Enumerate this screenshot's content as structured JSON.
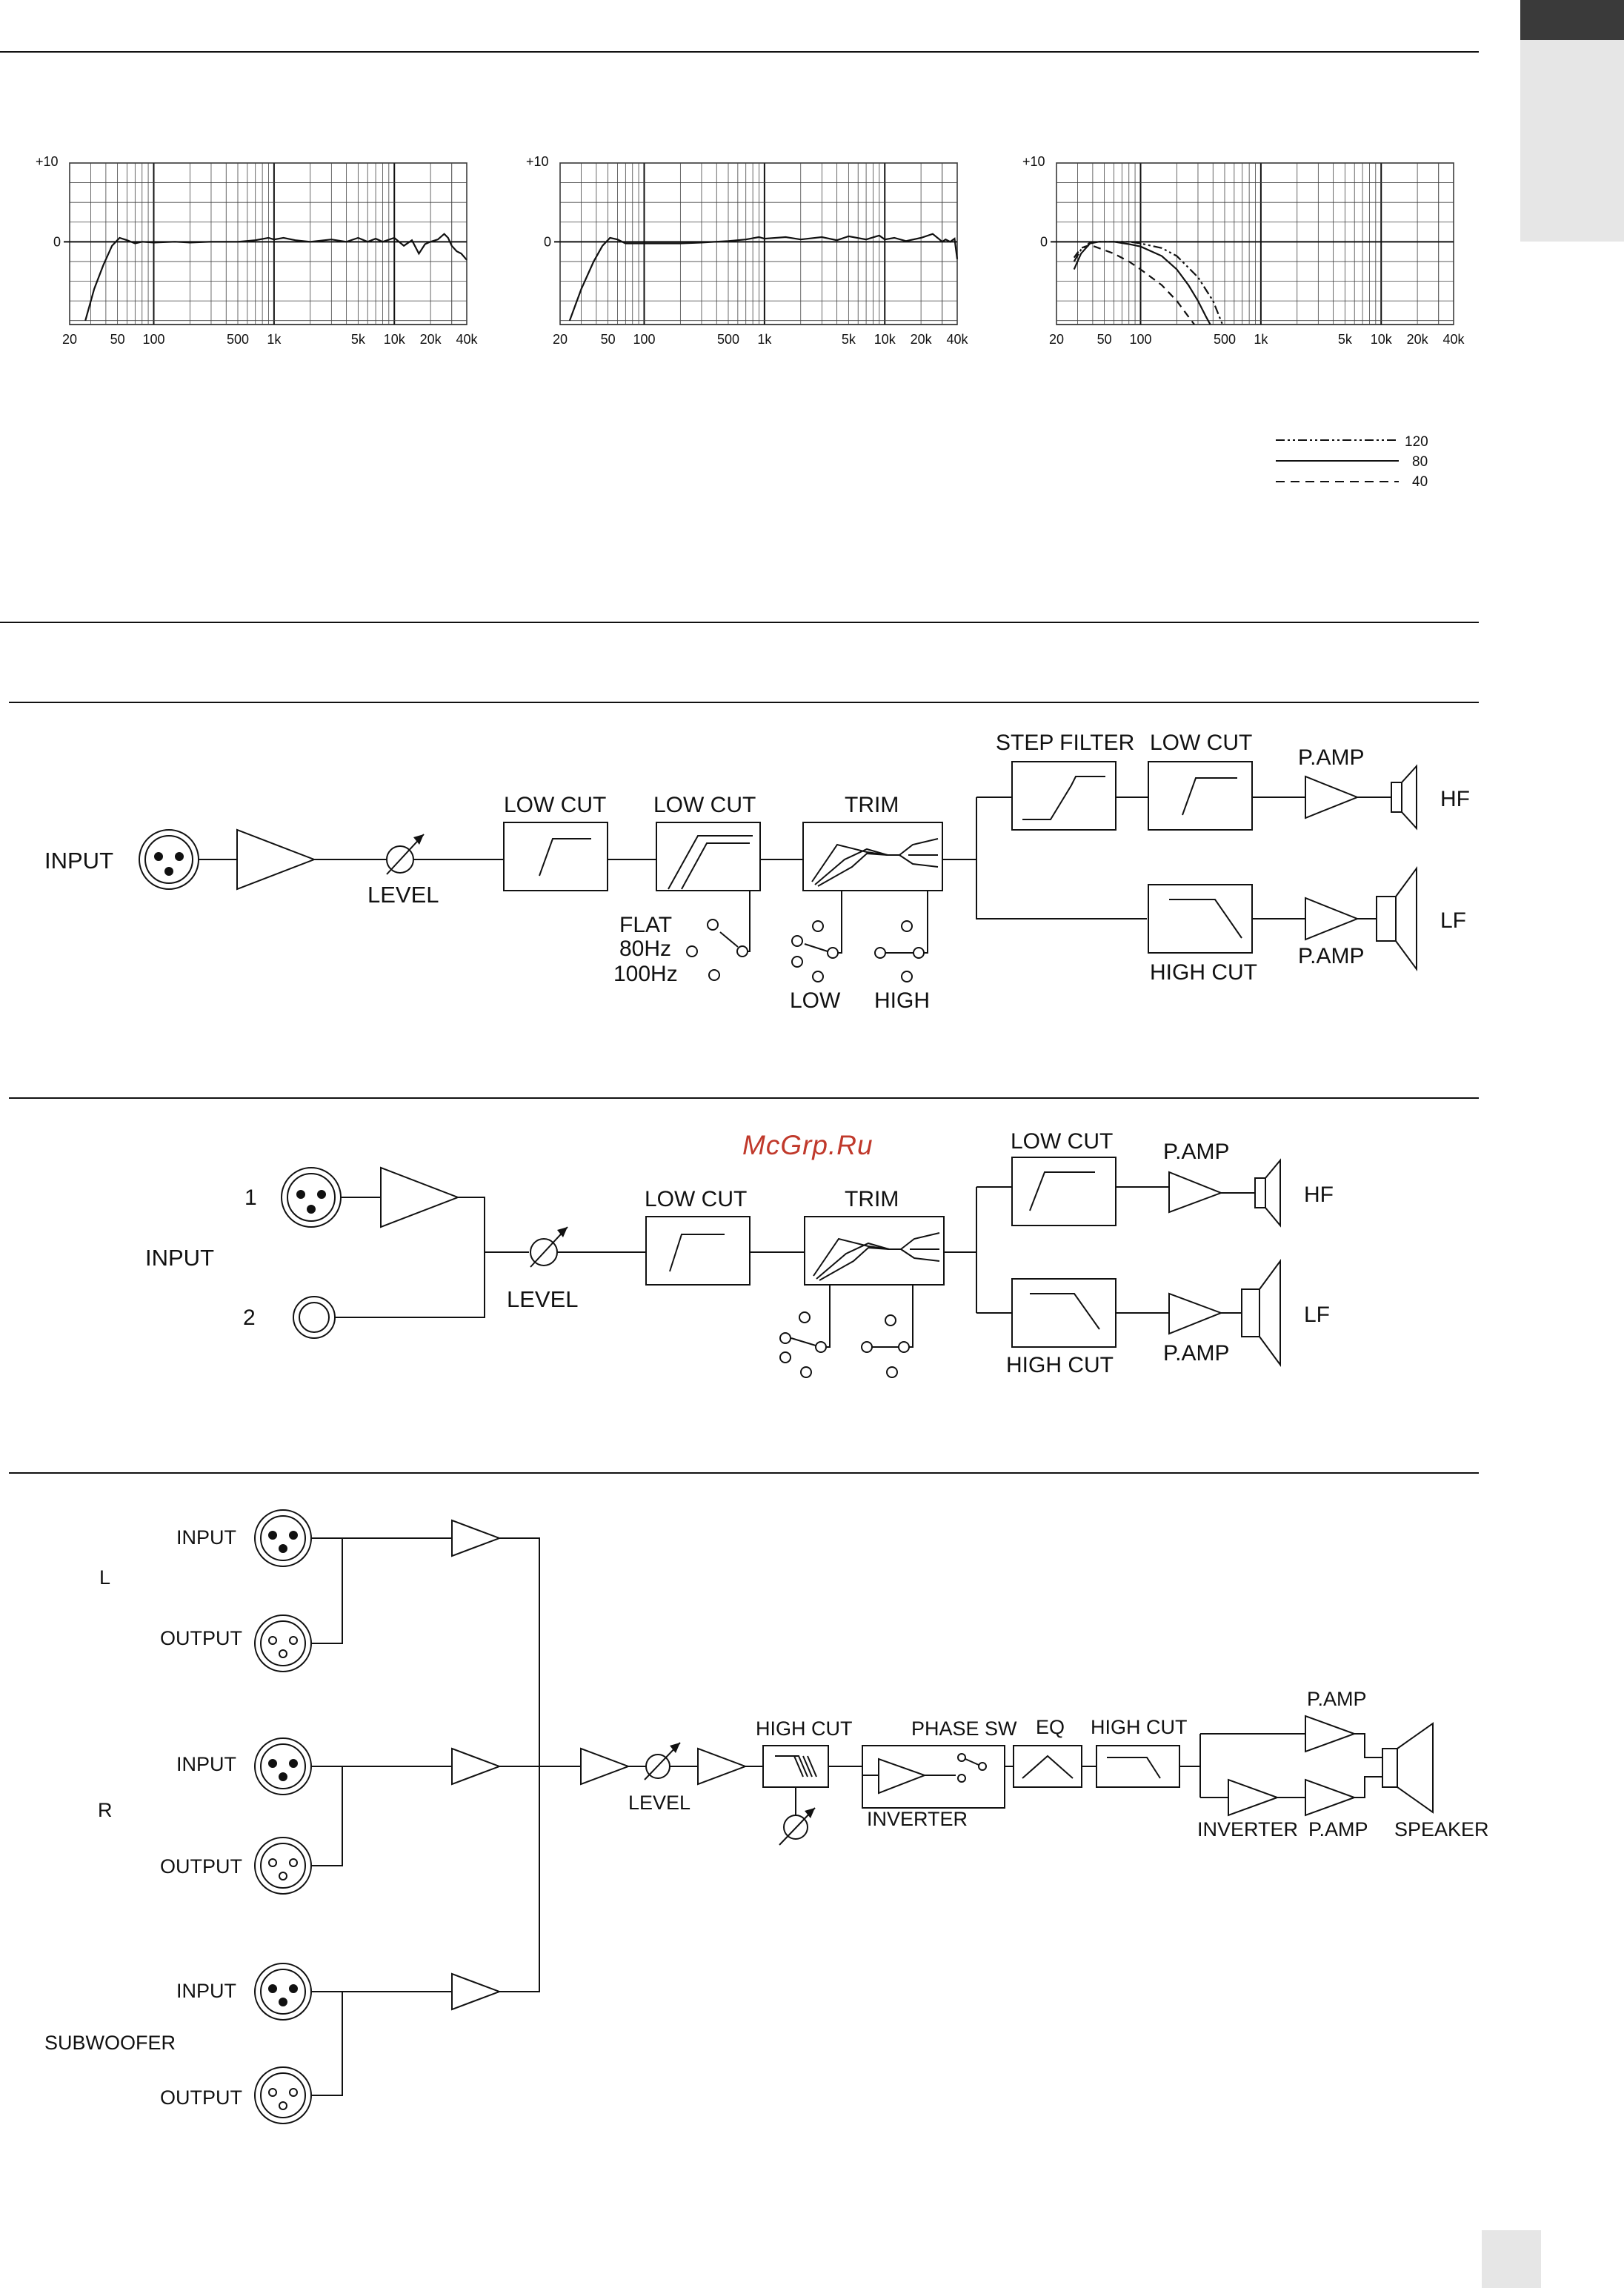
{
  "watermark": "McGrp.Ru",
  "responses": [
    {
      "y_ticks": [
        "+10",
        "0"
      ],
      "x_ticks": [
        "20",
        "50",
        "100",
        "500",
        "1k",
        "5k",
        "10k",
        "20k",
        "40k"
      ],
      "curves": [
        {
          "points": [
            [
              27,
              -10
            ],
            [
              32,
              -6
            ],
            [
              38,
              -3
            ],
            [
              45,
              -0.5
            ],
            [
              52,
              0.5
            ],
            [
              60,
              0.2
            ],
            [
              70,
              -0.2
            ],
            [
              80,
              0
            ],
            [
              100,
              -0.1
            ],
            [
              150,
              0
            ],
            [
              200,
              -0.1
            ],
            [
              300,
              0
            ],
            [
              500,
              0
            ],
            [
              700,
              0.2
            ],
            [
              900,
              0.5
            ],
            [
              1000,
              0.3
            ],
            [
              1200,
              0.5
            ],
            [
              1500,
              0.2
            ],
            [
              2000,
              0
            ],
            [
              3000,
              0.3
            ],
            [
              4000,
              0
            ],
            [
              5000,
              0.5
            ],
            [
              6000,
              0
            ],
            [
              7000,
              0.4
            ],
            [
              8000,
              0
            ],
            [
              10000,
              0.5
            ],
            [
              12000,
              -0.5
            ],
            [
              14000,
              0.2
            ],
            [
              16000,
              -1.5
            ],
            [
              18000,
              -0.3
            ],
            [
              20000,
              0
            ],
            [
              23000,
              0.3
            ],
            [
              26000,
              1
            ],
            [
              28000,
              0.5
            ],
            [
              30000,
              -0.5
            ],
            [
              33000,
              -1.2
            ],
            [
              36000,
              -1.5
            ],
            [
              40000,
              -2.3
            ]
          ],
          "style": "solid"
        }
      ]
    },
    {
      "y_ticks": [
        "+10",
        "0"
      ],
      "x_ticks": [
        "20",
        "50",
        "100",
        "500",
        "1k",
        "5k",
        "10k",
        "20k",
        "40k"
      ],
      "curves": [
        {
          "points": [
            [
              24,
              -10
            ],
            [
              30,
              -6
            ],
            [
              38,
              -2.5
            ],
            [
              45,
              -0.5
            ],
            [
              52,
              0.5
            ],
            [
              60,
              0.3
            ],
            [
              70,
              -0.2
            ],
            [
              100,
              -0.2
            ],
            [
              200,
              -0.2
            ],
            [
              300,
              -0.1
            ],
            [
              500,
              0.1
            ],
            [
              700,
              0.3
            ],
            [
              900,
              0.6
            ],
            [
              1000,
              0.4
            ],
            [
              1500,
              0.6
            ],
            [
              2000,
              0.3
            ],
            [
              3000,
              0.6
            ],
            [
              4000,
              0.2
            ],
            [
              5000,
              0.7
            ],
            [
              7000,
              0.3
            ],
            [
              9000,
              0.8
            ],
            [
              10000,
              0.3
            ],
            [
              12000,
              0.5
            ],
            [
              15000,
              0.1
            ],
            [
              20000,
              0.5
            ],
            [
              25000,
              1
            ],
            [
              28000,
              0.4
            ],
            [
              30000,
              0
            ],
            [
              32000,
              0.3
            ],
            [
              35000,
              0
            ],
            [
              38000,
              0.4
            ],
            [
              40000,
              -2.2
            ]
          ],
          "style": "solid"
        }
      ]
    },
    {
      "y_ticks": [
        "+10",
        "0"
      ],
      "x_ticks": [
        "20",
        "50",
        "100",
        "500",
        "1k",
        "5k",
        "10k",
        "20k",
        "40k"
      ],
      "curves": [
        {
          "points": [
            [
              28,
              -3.5
            ],
            [
              32,
              -1.5
            ],
            [
              38,
              -0.2
            ],
            [
              45,
              0
            ],
            [
              60,
              0
            ],
            [
              80,
              -0.3
            ],
            [
              100,
              -0.6
            ],
            [
              150,
              -1.8
            ],
            [
              200,
              -3.5
            ],
            [
              250,
              -5.5
            ],
            [
              300,
              -7.5
            ],
            [
              350,
              -9.5
            ],
            [
              380,
              -10.5
            ]
          ],
          "style": "solid"
        },
        {
          "points": [
            [
              28,
              -2.5
            ],
            [
              32,
              -1
            ],
            [
              38,
              -0.1
            ],
            [
              45,
              0
            ],
            [
              60,
              0
            ],
            [
              80,
              0
            ],
            [
              100,
              -0.2
            ],
            [
              150,
              -0.8
            ],
            [
              200,
              -1.8
            ],
            [
              300,
              -4.5
            ],
            [
              400,
              -7.5
            ],
            [
              480,
              -10.5
            ]
          ],
          "style": "dashdot"
        },
        {
          "points": [
            [
              28,
              -2
            ],
            [
              32,
              -0.8
            ],
            [
              38,
              -0.4
            ],
            [
              45,
              -0.8
            ],
            [
              60,
              -1.5
            ],
            [
              80,
              -2.5
            ],
            [
              100,
              -3.5
            ],
            [
              150,
              -5.5
            ],
            [
              200,
              -7.5
            ],
            [
              250,
              -9.5
            ],
            [
              280,
              -10.5
            ]
          ],
          "style": "dashed"
        }
      ],
      "legend": [
        "120",
        "80",
        "40"
      ]
    }
  ],
  "diagram1": {
    "input": "INPUT",
    "level": "LEVEL",
    "lowcut1": "LOW CUT",
    "lowcut2": "LOW CUT",
    "trim": "TRIM",
    "flat": "FLAT",
    "hz80": "80Hz",
    "hz100": "100Hz",
    "low": "LOW",
    "high": "HIGH",
    "step_filter": "STEP FILTER",
    "lowcut3": "LOW CUT",
    "pamp_hf": "P.AMP",
    "pamp_lf": "P.AMP",
    "hf": "HF",
    "lf": "LF",
    "highcut": "HIGH CUT"
  },
  "diagram2": {
    "in1": "1",
    "in2": "2",
    "input": "INPUT",
    "level": "LEVEL",
    "lowcut": "LOW CUT",
    "trim": "TRIM",
    "lowcut_hf": "LOW CUT",
    "pamp_hf": "P.AMP",
    "hf": "HF",
    "highcut": "HIGH CUT",
    "pamp_lf": "P.AMP",
    "lf": "LF"
  },
  "diagram3": {
    "l_input": "INPUT",
    "l_output": "OUTPUT",
    "l": "L",
    "r_input": "INPUT",
    "r_output": "OUTPUT",
    "r": "R",
    "s_input": "INPUT",
    "s_output": "OUTPUT",
    "sub": "SUBWOOFER",
    "level": "LEVEL",
    "highcut1": "HIGH CUT",
    "phase_sw": "PHASE SW",
    "inverter1": "INVERTER",
    "eq": "EQ",
    "highcut2": "HIGH CUT",
    "pamp_top": "P.AMP",
    "inverter2": "INVERTER",
    "pamp_bot": "P.AMP",
    "speaker": "SPEAKER"
  }
}
